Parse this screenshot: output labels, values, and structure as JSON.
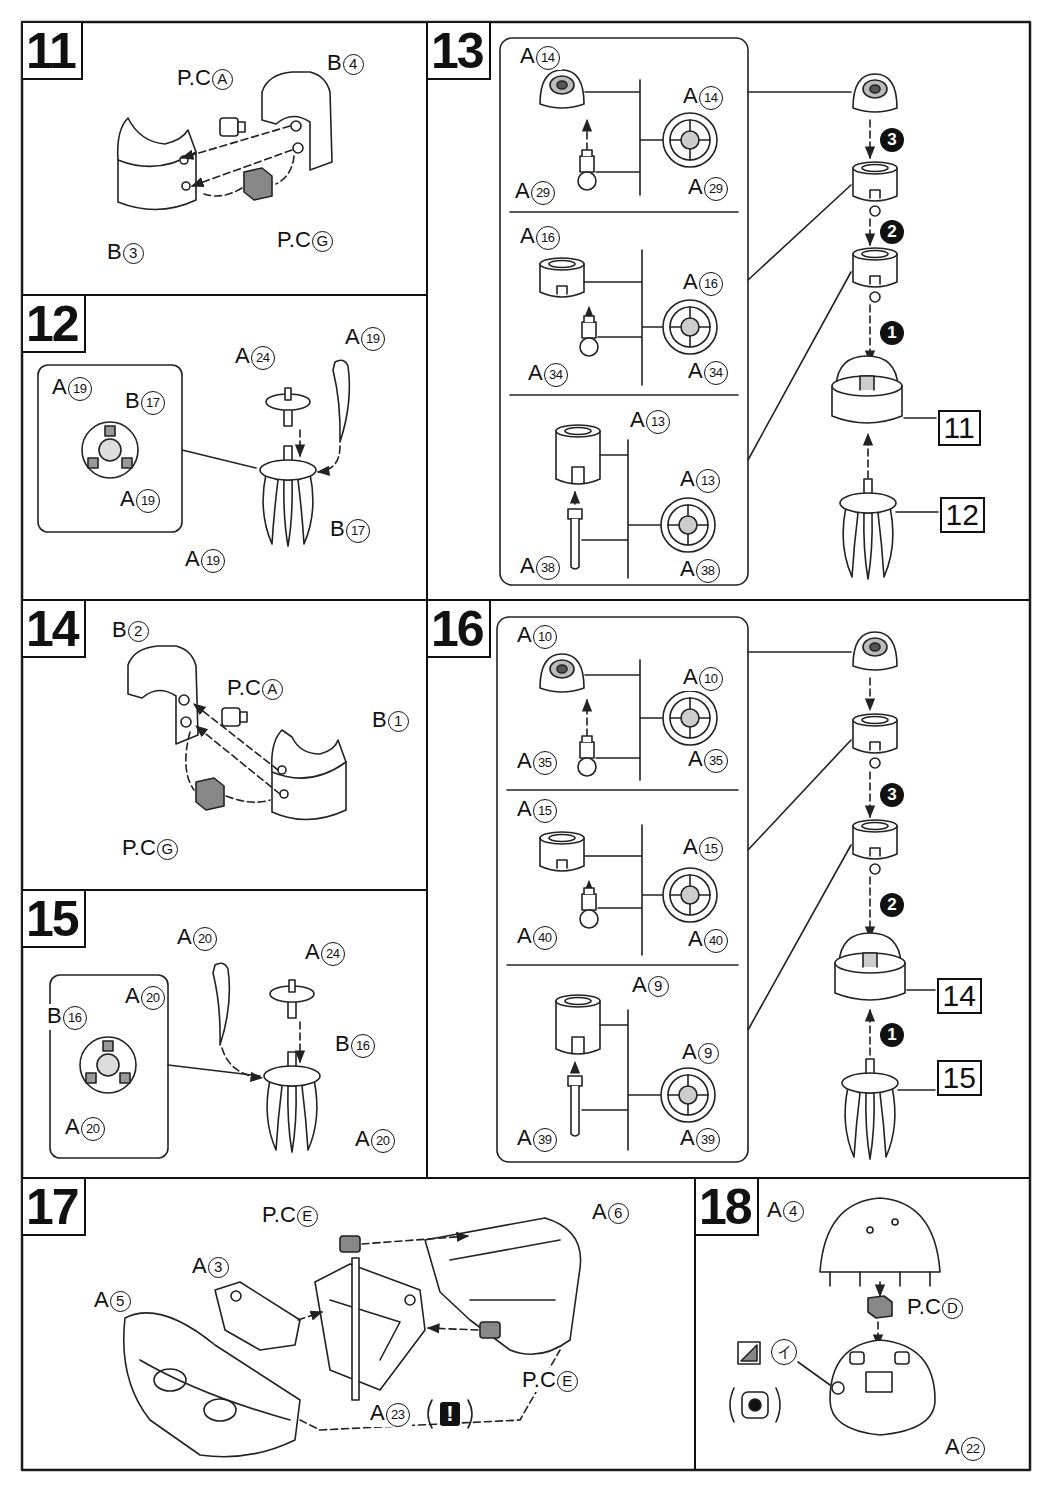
{
  "diagram": {
    "nodes": [
      {
        "text": [
          "11"
        ]
      },
      {
        "text": [
          "13"
        ]
      },
      {
        "text": [
          "11"
        ],
        "in": 1
      },
      {
        "text": [
          "12"
        ],
        "in": 1
      },
      {
        "text": [
          "12"
        ]
      },
      {
        "text": [
          "14"
        ]
      },
      {
        "text": [
          "16"
        ]
      },
      {
        "text": [
          "14"
        ],
        "in": 6
      },
      {
        "text": [
          "15"
        ],
        "in": 6
      },
      {
        "text": [
          "15"
        ]
      },
      {
        "text": [
          "17"
        ]
      },
      {
        "text": [
          "18"
        ]
      }
    ],
    "labels": [
      "P.CA",
      "B4",
      "B3",
      "P.CG",
      "A14",
      "A29",
      "A14",
      "A29",
      "A16",
      "A34",
      "A16",
      "A34",
      "A13",
      "A38",
      "A13",
      "A38",
      "3",
      "2",
      "1",
      "A24",
      "A19",
      "A19",
      "B17",
      "A19",
      "B17",
      "A19",
      "B2",
      "P.CA",
      "B1",
      "P.CG",
      "A10",
      "A35",
      "A10",
      "A35",
      "A15",
      "A40",
      "A15",
      "A40",
      "A9",
      "A39",
      "A9",
      "A39",
      "3",
      "2",
      "1",
      "A20",
      "A24",
      "B16",
      "A20",
      "A20",
      "B16",
      "A20",
      "P.CE",
      "A6",
      "A3",
      "A5",
      "P.CE",
      "A23",
      "!",
      "A4",
      "P.CD",
      "イ",
      "A22"
    ]
  }
}
